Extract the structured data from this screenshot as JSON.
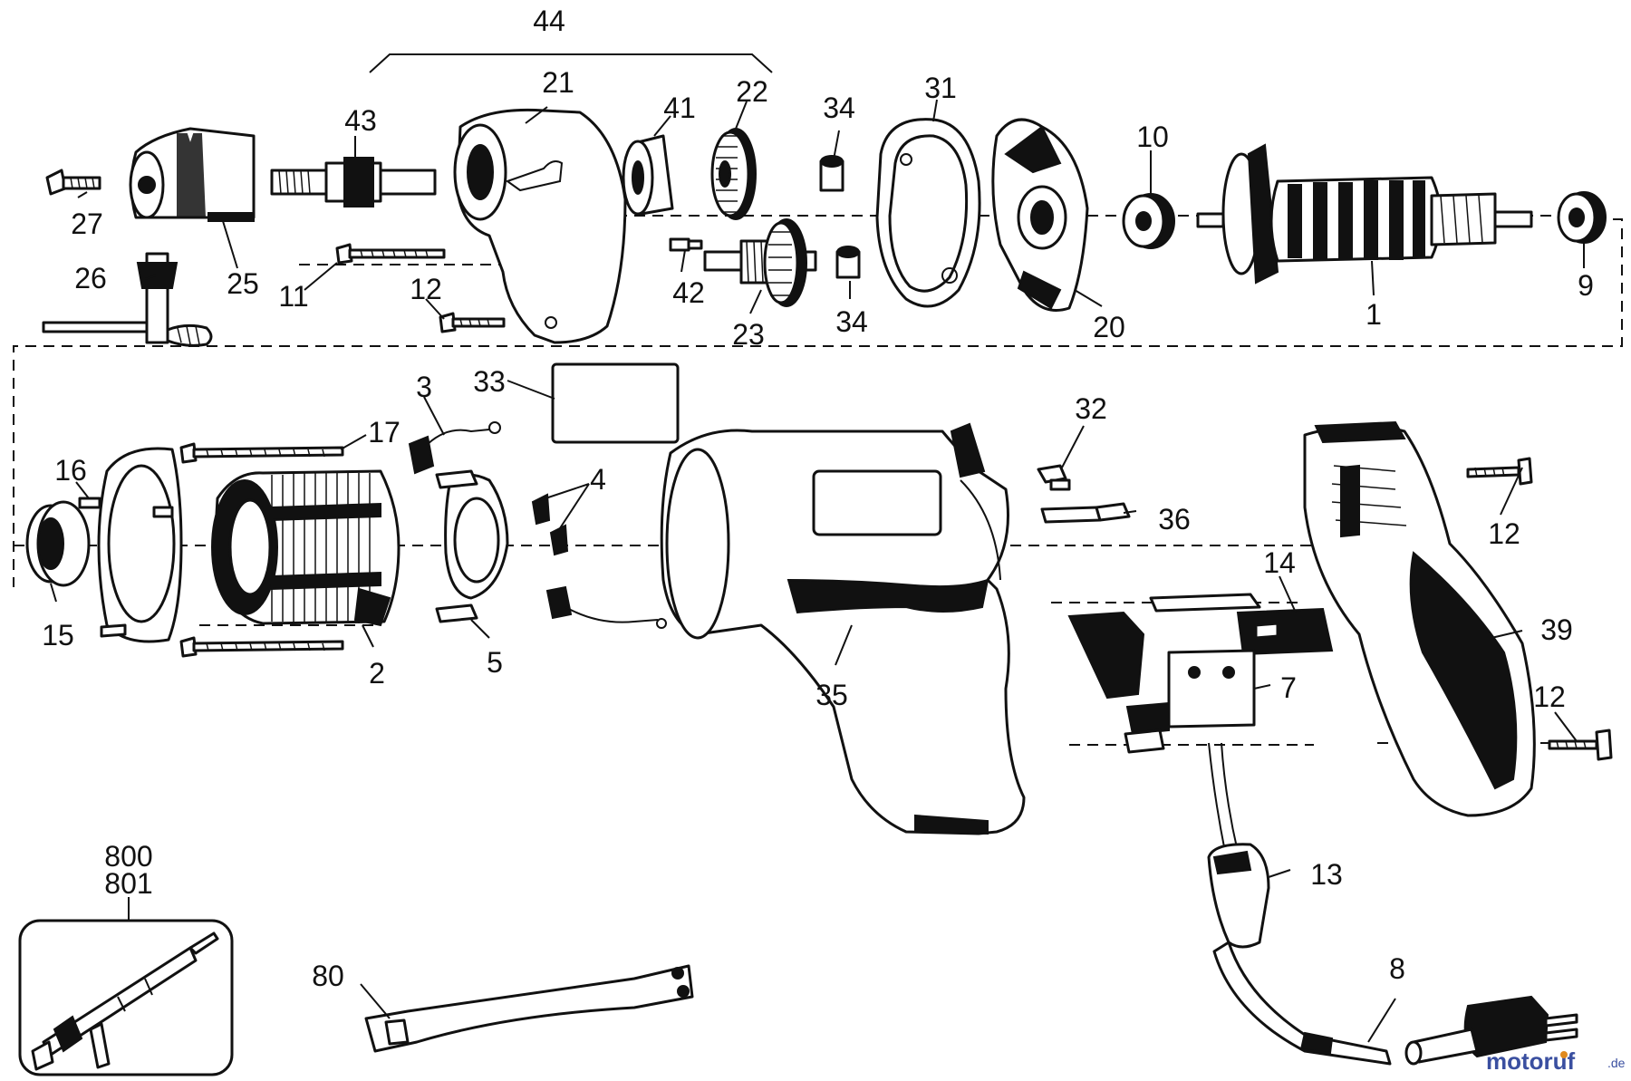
{
  "diagram": {
    "part_numbers": {
      "p44": "44",
      "p21": "21",
      "p43": "43",
      "p41": "41",
      "p22": "22",
      "p34a": "34",
      "p31": "31",
      "p10": "10",
      "p27": "27",
      "p25": "25",
      "p26": "26",
      "p11": "11",
      "p12a": "12",
      "p42": "42",
      "p23": "23",
      "p34b": "34",
      "p20": "20",
      "p1": "1",
      "p9": "9",
      "p3": "3",
      "p33": "33",
      "p17": "17",
      "p32": "32",
      "p16": "16",
      "p4": "4",
      "p36": "36",
      "p12b": "12",
      "p15": "15",
      "p2": "2",
      "p5": "5",
      "p14": "14",
      "p35": "35",
      "p7": "7",
      "p39": "39",
      "p12c": "12",
      "p13": "13",
      "p800": "800",
      "p801": "801",
      "p80": "80",
      "p8": "8"
    },
    "watermark": {
      "brand": "motoruf",
      "tld": ".de"
    }
  },
  "colors": {
    "ink": "#111111",
    "paper": "#ffffff",
    "watermark": "#3a4fa0",
    "watermark_accent": "#e08a1e"
  }
}
